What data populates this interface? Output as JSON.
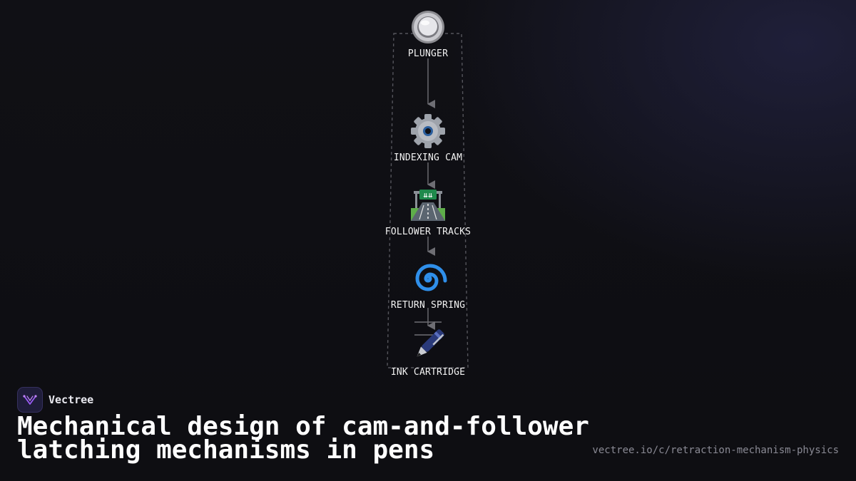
{
  "diagram": {
    "nodes": [
      {
        "id": "plunger",
        "label": "PLUNGER",
        "icon": "push-button-icon"
      },
      {
        "id": "indexing-cam",
        "label": "INDEXING CAM",
        "icon": "gear-icon"
      },
      {
        "id": "follower-tracks",
        "label": "FOLLOWER TRACKS",
        "icon": "motorway-icon"
      },
      {
        "id": "return-spring",
        "label": "RETURN SPRING",
        "icon": "cyclone-spiral-icon"
      },
      {
        "id": "ink-cartridge",
        "label": "INK CARTRIDGE",
        "icon": "pen-icon"
      }
    ],
    "edges": [
      {
        "from": "plunger",
        "to": "indexing-cam"
      },
      {
        "from": "indexing-cam",
        "to": "follower-tracks"
      },
      {
        "from": "follower-tracks",
        "to": "return-spring"
      },
      {
        "from": "return-spring",
        "to": "ink-cartridge"
      }
    ]
  },
  "brand": {
    "name": "Vectree",
    "accent": "#9b5cf6"
  },
  "title": "Mechanical design of cam-and-follower latching mechanisms in pens",
  "url": "vectree.io/c/retraction-mechanism-physics"
}
